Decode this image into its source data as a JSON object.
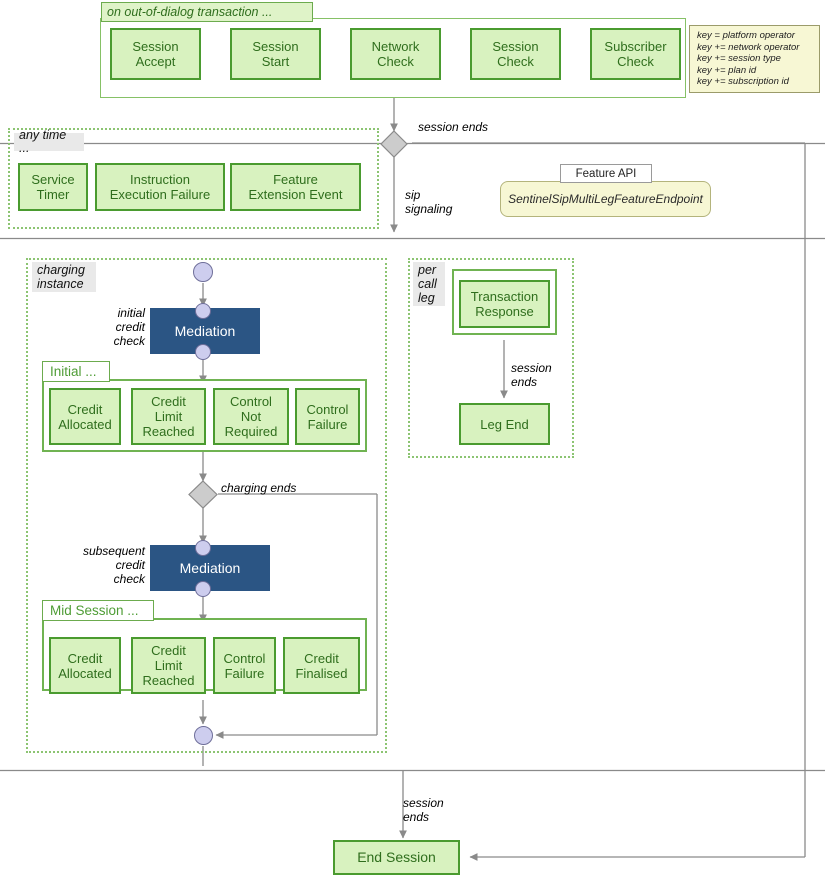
{
  "diagram": {
    "title_partition": "on out-of-dialog transaction ...",
    "partitions": {
      "any_time": "any time ...",
      "charging_instance": "charging\ninstance",
      "per_call_leg": "per\ncall\nleg",
      "initial": "Initial ...",
      "mid_session": "Mid Session ..."
    },
    "top_row": [
      {
        "label": "Session\nAccept"
      },
      {
        "label": "Session\nStart"
      },
      {
        "label": "Network\nCheck"
      },
      {
        "label": "Session\nCheck"
      },
      {
        "label": "Subscriber\nCheck"
      }
    ],
    "key_box": {
      "lines": [
        "key = platform operator",
        "key += network operator",
        "key += session type",
        "key += plan id",
        "key += subscription id"
      ]
    },
    "any_time_row": [
      {
        "label": "Service\nTimer"
      },
      {
        "label": "Instruction\nExecution Failure"
      },
      {
        "label": "Feature\nExtension Event"
      }
    ],
    "feature_api": {
      "tab": "Feature API",
      "endpoint": "SentinelSipMultiLegFeatureEndpoint"
    },
    "mediation": {
      "initial_label": "Mediation",
      "subsequent_label": "Mediation"
    },
    "initial_row": [
      {
        "label": "Credit\nAllocated"
      },
      {
        "label": "Credit\nLimit\nReached"
      },
      {
        "label": "Control\nNot\nRequired"
      },
      {
        "label": "Control\nFailure"
      }
    ],
    "mid_session_row": [
      {
        "label": "Credit\nAllocated"
      },
      {
        "label": "Credit\nLimit\nReached"
      },
      {
        "label": "Control\nFailure"
      },
      {
        "label": "Credit\nFinalised"
      }
    ],
    "per_call_leg_nodes": [
      {
        "label": "Transaction\nResponse"
      },
      {
        "label": "Leg End"
      }
    ],
    "end_session": {
      "label": "End Session"
    },
    "edge_labels": {
      "session_ends_top": "session ends",
      "sip_signaling": "sip\nsignaling",
      "initial_credit_check": "initial\ncredit\ncheck",
      "subsequent_credit_check": "subsequent\ncredit\ncheck",
      "charging_ends": "charging ends",
      "session_ends_leg": "session\nends",
      "session_ends_bottom": "session\nends"
    },
    "colors": {
      "activity_fill": "#d8f2bf",
      "activity_border": "#4a9b2f",
      "activity_text": "#2f6e1d",
      "mediation_fill": "#2b5584",
      "mediation_text": "#ffffff",
      "note_fill": "#f7f7d4",
      "partition_border": "#8cc472",
      "edge_stroke": "#8a8a8a",
      "decision_fill": "#cccccc",
      "port_fill": "#cdcdee"
    }
  }
}
